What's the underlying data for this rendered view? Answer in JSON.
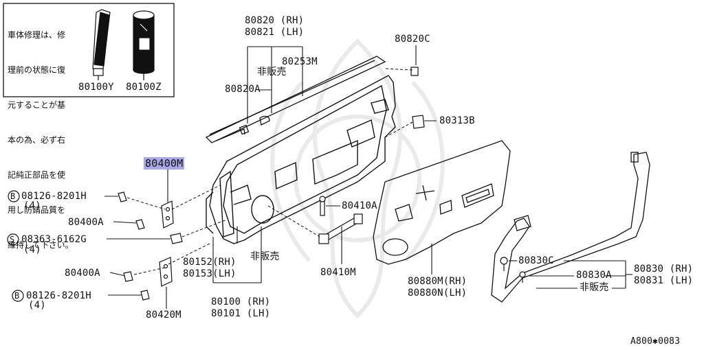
{
  "inset": {
    "note": [
      "車体修理は、修",
      "理前の状態に復",
      "元することが基",
      "本の為、必ず右",
      "記純正部品を使",
      "用し防錆品質を",
      "維持して下さい。"
    ],
    "part_left": "80100Y",
    "part_right": "80100Z"
  },
  "labels": {
    "p80820_rh": "80820 (RH)",
    "p80821_lh": "80821 (LH)",
    "p80253m": "80253M",
    "hibaibai_1": "非販売",
    "p80820a": "80820A",
    "p80820c": "80820C",
    "p80313b": "80313B",
    "p80400m": "80400M",
    "b_bolt_1": "08126-8201H",
    "b_bolt_1_qty": "(4)",
    "p80400a_1": "80400A",
    "s_screw": "08363-6162G",
    "s_screw_qty": "(4)",
    "p80400a_2": "80400A",
    "b_bolt_2": "08126-8201H",
    "b_bolt_2_qty": "(4)",
    "p80420m": "80420M",
    "p80152_rh": "80152(RH)",
    "p80153_lh": "80153(LH)",
    "hibaibai_2": "非販売",
    "p80100_rh": "80100 (RH)",
    "p80101_lh": "80101 (LH)",
    "p80410a": "80410A",
    "p80410m": "80410M",
    "p80880m_rh": "80880M(RH)",
    "p80880n_lh": "80880N(LH)",
    "p80830c": "80830C",
    "p80830a": "80830A",
    "hibaibai_3": "非販売",
    "p80830_rh": "80830 (RH)",
    "p80831_lh": "80831 (LH)",
    "ref_code": "A800✱0083"
  },
  "symbols": {
    "b_mark": "B",
    "s_mark": "S"
  },
  "colors": {
    "highlight": "#a9a7e6",
    "ink": "#111111"
  }
}
